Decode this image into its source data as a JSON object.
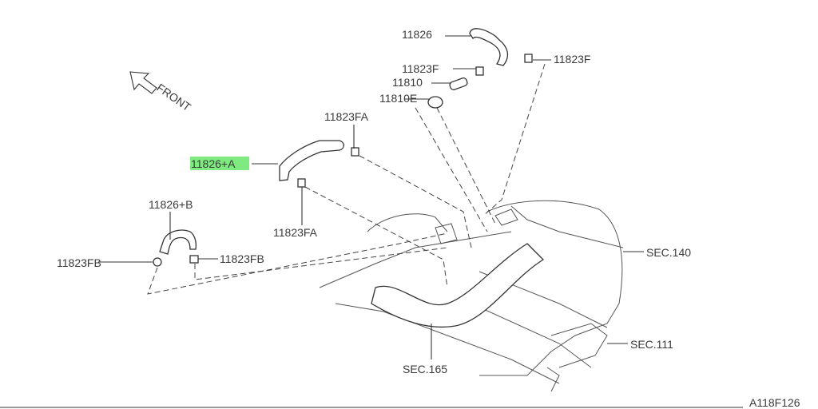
{
  "diagram_id": "A118F126",
  "direction_label": "FRONT",
  "highlight_color": "#7fea7f",
  "callouts": {
    "hose_top": "11826",
    "clip_top_left": "11823F",
    "valve": "11810",
    "grommet": "11810E",
    "clip_top_right": "11823F",
    "clip_fa_top": "11823FA",
    "hose_a": "11826+A",
    "hose_b": "11826+B",
    "clip_fa_bottom": "11823FA",
    "clip_fb_left": "11823FB",
    "clip_fb_right": "11823FB",
    "sec_140": "SEC.140",
    "sec_111": "SEC.111",
    "sec_165": "SEC.165"
  }
}
